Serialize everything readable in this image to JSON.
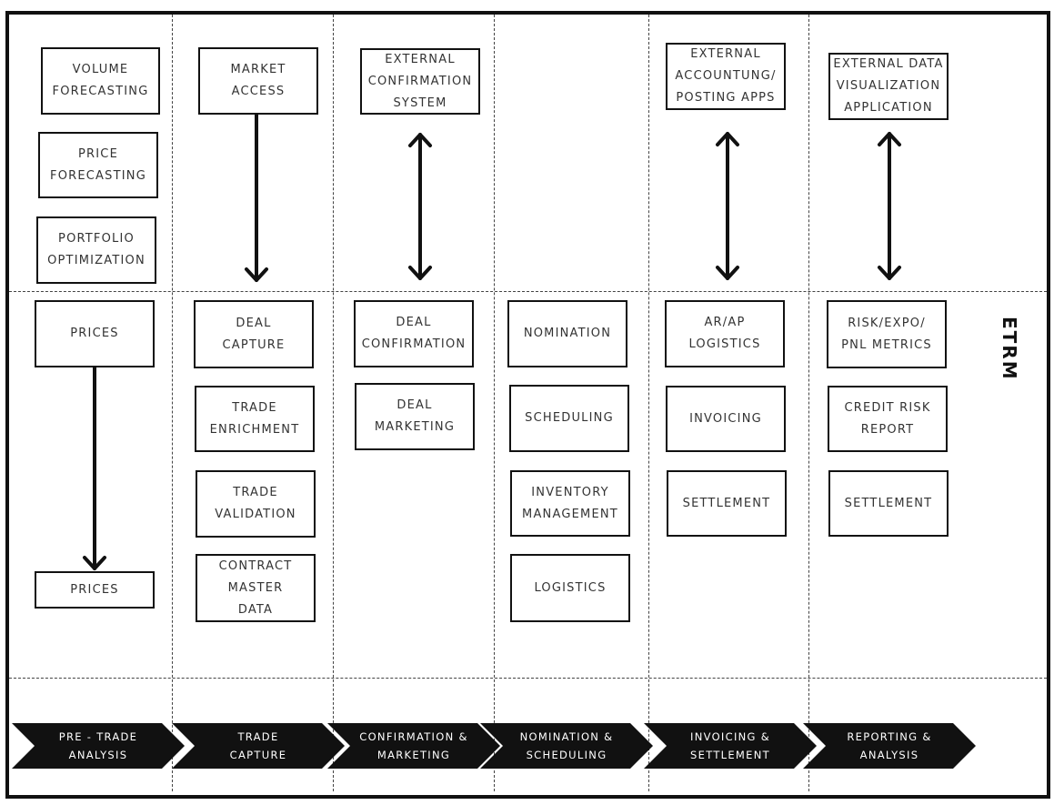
{
  "side_label": "ETRM",
  "top_boxes": [
    {
      "id": "volume-forecasting",
      "label": "VOLUME\nFORECASTING"
    },
    {
      "id": "price-forecasting",
      "label": "PRICE\nFORECASTING"
    },
    {
      "id": "portfolio-optimization",
      "label": "PORTFOLIO\nOPTIMIZATION"
    },
    {
      "id": "market-access",
      "label": "MARKET\nACCESS"
    },
    {
      "id": "external-confirmation-system",
      "label": "EXTERNAL\nCONFIRMATION\nSYSTEM"
    },
    {
      "id": "external-accounting-posting-apps",
      "label": "EXTERNAL\nACCOUNTUNG/\nPOSTING APPS"
    },
    {
      "id": "external-data-visualization-application",
      "label": "EXTERNAL DATA\nVISUALIZATION\nAPPLICATION"
    }
  ],
  "etrm_boxes": [
    {
      "id": "prices-top",
      "label": "PRICES"
    },
    {
      "id": "prices-bottom",
      "label": "PRICES"
    },
    {
      "id": "deal-capture",
      "label": "DEAL\nCAPTURE"
    },
    {
      "id": "trade-enrichment",
      "label": "TRADE\nENRICHMENT"
    },
    {
      "id": "trade-validation",
      "label": "TRADE\nVALIDATION"
    },
    {
      "id": "contract-master-data",
      "label": "CONTRACT\nMASTER\nDATA"
    },
    {
      "id": "deal-confirmation",
      "label": "DEAL\nCONFIRMATION"
    },
    {
      "id": "deal-marketing",
      "label": "DEAL\nMARKETING"
    },
    {
      "id": "nomination",
      "label": "NOMINATION"
    },
    {
      "id": "scheduling",
      "label": "SCHEDULING"
    },
    {
      "id": "inventory-management",
      "label": "INVENTORY\nMANAGEMENT"
    },
    {
      "id": "logistics",
      "label": "LOGISTICS"
    },
    {
      "id": "ar-ap-logistics",
      "label": "AR/AP\nLOGISTICS"
    },
    {
      "id": "invoicing",
      "label": "INVOICING"
    },
    {
      "id": "settlement-invoicing",
      "label": "SETTLEMENT"
    },
    {
      "id": "risk-expo-pnl-metrics",
      "label": "RISK/EXPO/\nPNL METRICS"
    },
    {
      "id": "credit-risk-report",
      "label": "CREDIT RISK\nREPORT"
    },
    {
      "id": "settlement-reporting",
      "label": "SETTLEMENT"
    }
  ],
  "phases": [
    {
      "id": "pre-trade-analysis",
      "label": "PRE - TRADE\nANALYSIS"
    },
    {
      "id": "trade-capture",
      "label": "TRADE\nCAPTURE"
    },
    {
      "id": "confirmation-marketing",
      "label": "CONFIRMATION &\nMARKETING"
    },
    {
      "id": "nomination-scheduling",
      "label": "NOMINATION &\nSCHEDULING"
    },
    {
      "id": "invoicing-settlement",
      "label": "INVOICING &\nSETTLEMENT"
    },
    {
      "id": "reporting-analysis",
      "label": "REPORTING &\nANALYSIS"
    }
  ],
  "colors": {
    "ink": "#111111",
    "text": "#333333",
    "background": "#ffffff"
  }
}
